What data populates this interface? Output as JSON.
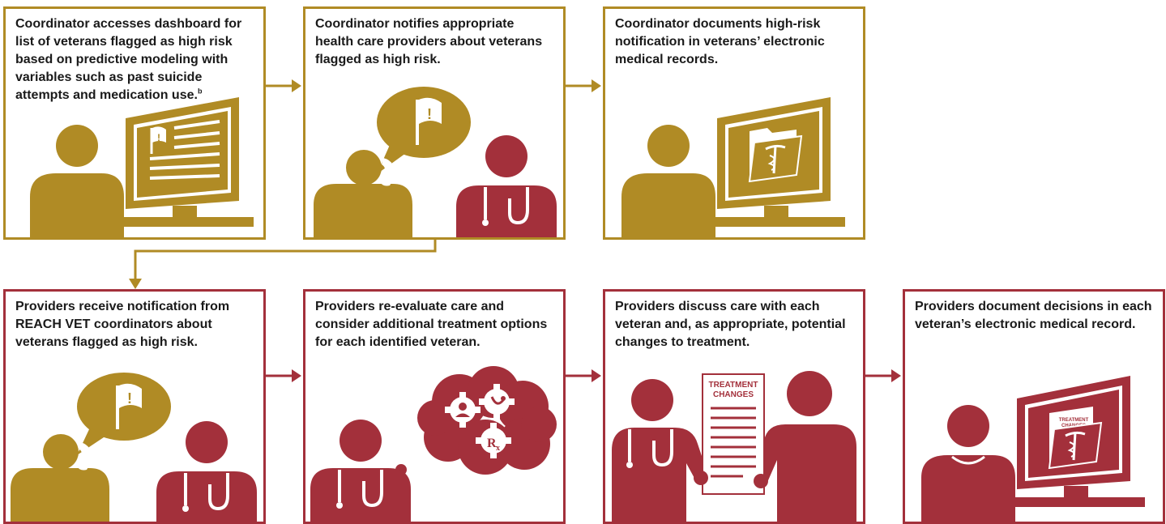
{
  "colors": {
    "gold": "#b08b25",
    "red": "#a3303b",
    "text": "#1a1a1a"
  },
  "steps": [
    {
      "text": "Coordinator accesses dashboard for list of veterans flagged as high risk based on predictive modeling with variables such as past suicide attempts and medication use.",
      "footnote": "b",
      "icon": "coordinator-at-computer-icon"
    },
    {
      "text": "Coordinator notifies appropriate health care providers about veterans flagged as high risk.",
      "icon": "coordinator-phone-provider-icon"
    },
    {
      "text": "Coordinator documents high-risk notification in veterans’ electronic medical records.",
      "icon": "coordinator-medical-record-icon"
    },
    {
      "text": "Providers receive notification from REACH VET coordinators about veterans flagged as high risk.",
      "icon": "provider-receives-call-icon"
    },
    {
      "text": "Providers re-evaluate care and consider additional treatment options for each identified veteran.",
      "icon": "provider-thinking-gears-icon"
    },
    {
      "text": "Providers discuss care with each veteran and, as appropriate, potential changes to treatment.",
      "icon": "provider-veteran-discussion-icon",
      "document_label_1": "TREATMENT",
      "document_label_2": "CHANGES"
    },
    {
      "text": "Providers document decisions in each veteran’s electronic medical record.",
      "icon": "provider-documents-record-icon",
      "document_label_1": "TREATMENT",
      "document_label_2": "CHANGES"
    }
  ]
}
